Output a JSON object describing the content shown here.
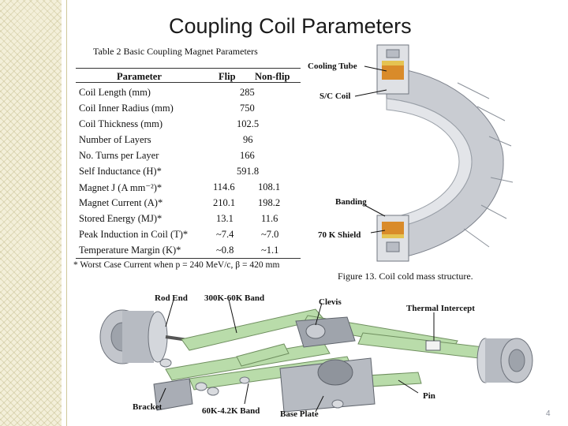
{
  "slide": {
    "title": "Coupling Coil Parameters",
    "page_number": "4"
  },
  "table": {
    "caption": "Table 2 Basic Coupling Magnet Parameters",
    "headers": {
      "parameter": "Parameter",
      "flip": "Flip",
      "non_flip": "Non-flip"
    },
    "rows": [
      {
        "name": "Coil Length (mm)",
        "both": "285"
      },
      {
        "name": "Coil Inner Radius (mm)",
        "both": "750"
      },
      {
        "name": "Coil Thickness (mm)",
        "both": "102.5"
      },
      {
        "name": "Number of Layers",
        "both": "96"
      },
      {
        "name": "No. Turns per Layer",
        "both": "166"
      },
      {
        "name": "Self Inductance (H)*",
        "both": "591.8"
      },
      {
        "name": "Magnet J (A mm⁻²)*",
        "flip": "114.6",
        "non_flip": "108.1"
      },
      {
        "name": "Magnet Current (A)*",
        "flip": "210.1",
        "non_flip": "198.2"
      },
      {
        "name": "Stored Energy (MJ)*",
        "flip": "13.1",
        "non_flip": "11.6"
      },
      {
        "name": "Peak Induction in Coil (T)*",
        "flip": "~7.4",
        "non_flip": "~7.0"
      },
      {
        "name": "Temperature Margin (K)*",
        "flip": "~0.8",
        "non_flip": "~1.1"
      }
    ],
    "footnote": "* Worst Case Current when p = 240 MeV/c, β = 420 mm"
  },
  "figure13": {
    "caption": "Figure 13. Coil cold mass structure.",
    "labels": {
      "cooling_tube": "Cooling Tube",
      "sc_coil": "S/C Coil",
      "banding": "Banding",
      "shield": "70 K Shield"
    }
  },
  "support_figure": {
    "labels": {
      "rod_end": "Rod End",
      "band_300k": "300K-60K Band",
      "clevis": "Clevis",
      "thermal_intercept": "Thermal Intercept",
      "bracket": "Bracket",
      "band_60k": "60K-4.2K Band",
      "base_plate": "Base Plate",
      "pin": "Pin"
    }
  },
  "colors": {
    "side_band": "#f3efd9",
    "coil_gray": "#c9ccd2",
    "band_green": "#b9dcaa",
    "coil_orange": "#d98b2a",
    "coil_gold": "#e5c352"
  }
}
